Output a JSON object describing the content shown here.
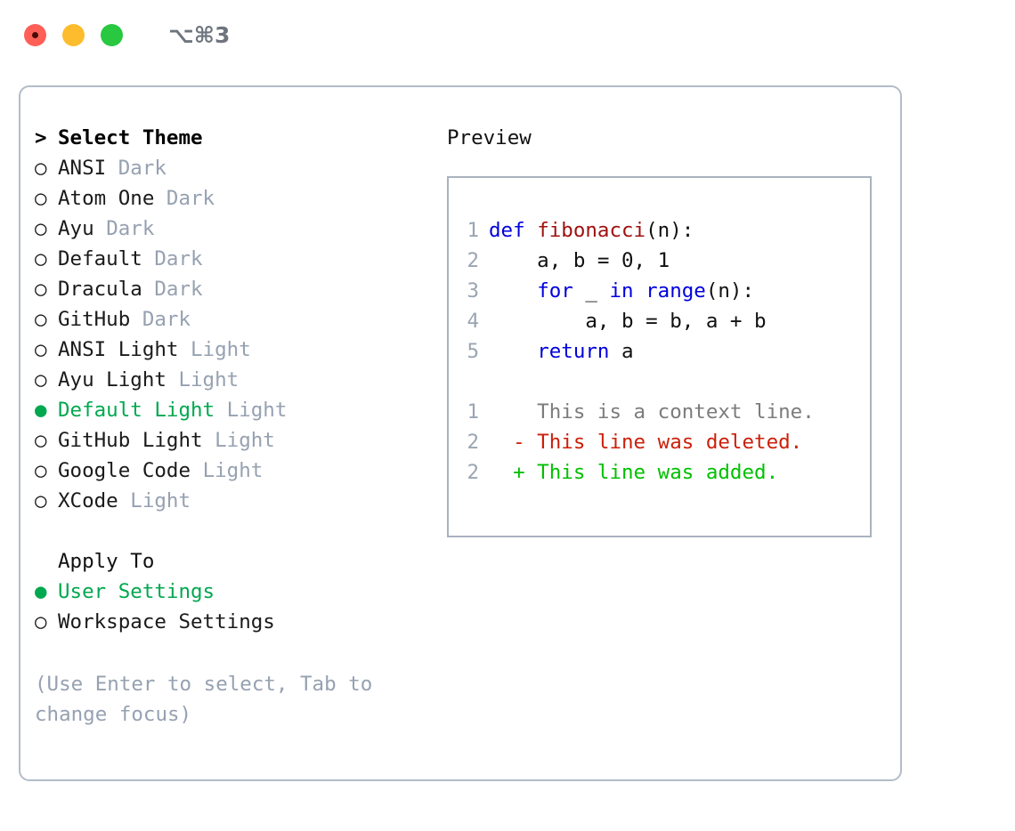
{
  "titlebar": {
    "shortcut": "⌥⌘3",
    "buttons": [
      {
        "name": "close",
        "color": "#ff5f57"
      },
      {
        "name": "minimize",
        "color": "#fdbc2e"
      },
      {
        "name": "maximize",
        "color": "#28c840"
      }
    ]
  },
  "theme_panel": {
    "heading_prefix": ">",
    "heading": "Select Theme",
    "selected_bullet": "●",
    "unselected_bullet": "○",
    "items": [
      {
        "label": "ANSI",
        "mode": "Dark",
        "selected": false
      },
      {
        "label": "Atom One",
        "mode": "Dark",
        "selected": false
      },
      {
        "label": "Ayu",
        "mode": "Dark",
        "selected": false
      },
      {
        "label": "Default",
        "mode": "Dark",
        "selected": false
      },
      {
        "label": "Dracula",
        "mode": "Dark",
        "selected": false
      },
      {
        "label": "GitHub",
        "mode": "Dark",
        "selected": false
      },
      {
        "label": "ANSI Light",
        "mode": "Light",
        "selected": false
      },
      {
        "label": "Ayu Light",
        "mode": "Light",
        "selected": false
      },
      {
        "label": "Default Light",
        "mode": "Light",
        "selected": true
      },
      {
        "label": "GitHub Light",
        "mode": "Light",
        "selected": false
      },
      {
        "label": "Google Code",
        "mode": "Light",
        "selected": false
      },
      {
        "label": "XCode",
        "mode": "Light",
        "selected": false
      }
    ]
  },
  "apply_to": {
    "heading": "Apply To",
    "items": [
      {
        "label": "User Settings",
        "selected": true
      },
      {
        "label": "Workspace Settings",
        "selected": false
      }
    ]
  },
  "hint": "(Use Enter to select, Tab to change focus)",
  "preview": {
    "title": "Preview",
    "code_lines": [
      {
        "num": "1",
        "tokens": [
          {
            "t": "def ",
            "c": "kw"
          },
          {
            "t": "fibonacci",
            "c": "fn"
          },
          {
            "t": "(n):",
            "c": "pl"
          }
        ]
      },
      {
        "num": "2",
        "tokens": [
          {
            "t": "    a, b = 0, 1",
            "c": "pl"
          }
        ]
      },
      {
        "num": "3",
        "tokens": [
          {
            "t": "    ",
            "c": "pl"
          },
          {
            "t": "for",
            "c": "kw"
          },
          {
            "t": " _ ",
            "c": "pl"
          },
          {
            "t": "in",
            "c": "kw"
          },
          {
            "t": " ",
            "c": "pl"
          },
          {
            "t": "range",
            "c": "kw"
          },
          {
            "t": "(n):",
            "c": "pl"
          }
        ]
      },
      {
        "num": "4",
        "tokens": [
          {
            "t": "        a, b = b, a + b",
            "c": "pl"
          }
        ]
      },
      {
        "num": "5",
        "tokens": [
          {
            "t": "    ",
            "c": "pl"
          },
          {
            "t": "return",
            "c": "kw"
          },
          {
            "t": " a",
            "c": "pl"
          }
        ]
      }
    ],
    "diff_lines": [
      {
        "num": "1",
        "marker": " ",
        "text": " This is a context line.",
        "kind": "ctx"
      },
      {
        "num": "2",
        "marker": "-",
        "text": " This line was deleted.",
        "kind": "del"
      },
      {
        "num": "2",
        "marker": "+",
        "text": " This line was added.",
        "kind": "add"
      }
    ]
  },
  "colors": {
    "accent_green": "#00a84f",
    "diff_add": "#00c000",
    "diff_delete": "#cc1f09",
    "keyword_blue": "#0000dd",
    "function_red": "#a01010",
    "muted": "#96a1b1",
    "border": "#b4bcc9"
  }
}
